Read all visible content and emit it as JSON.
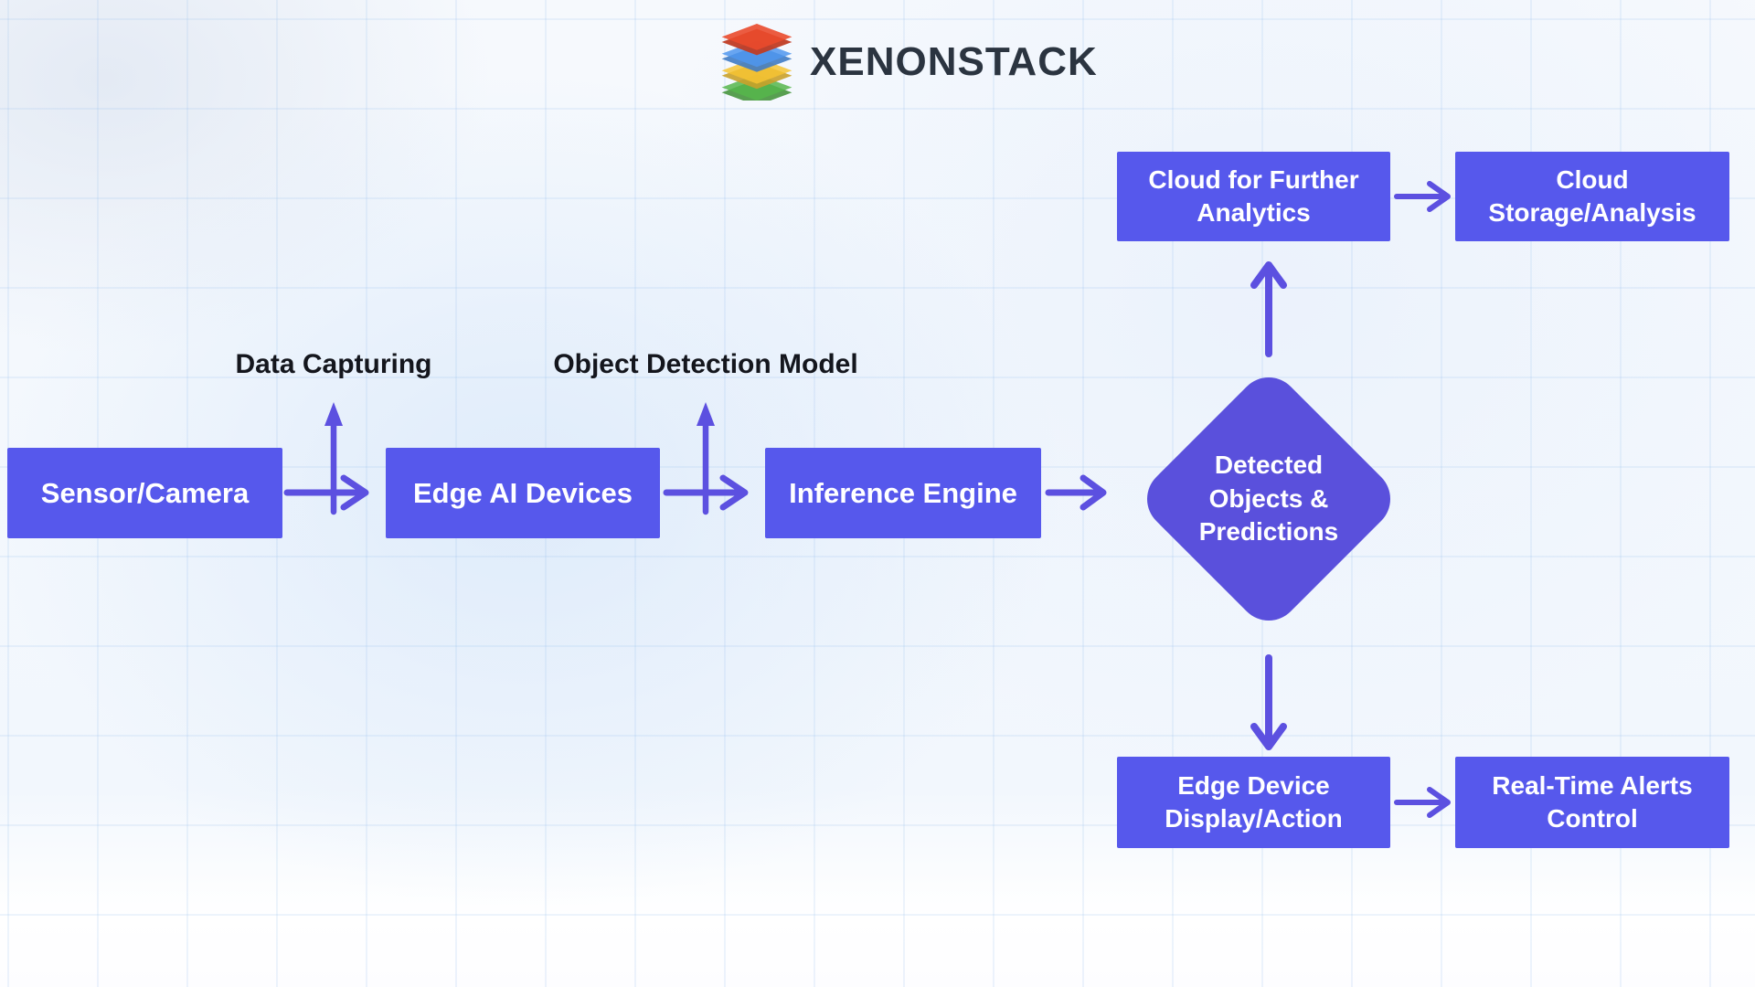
{
  "brand": {
    "name": "XENONSTACK"
  },
  "colors": {
    "node_fill": "#5658ec",
    "diamond_fill": "#5a50dc",
    "arrow": "#5c50e0",
    "node_text": "#ffffff",
    "label_text": "#14161d",
    "brand_text": "#2b3440",
    "logo_layer_red": "#ea4a2c",
    "logo_layer_blue": "#4f97ef",
    "logo_layer_yellow": "#f6c433",
    "logo_layer_green": "#56b64b"
  },
  "flow_labels": {
    "data_capturing": "Data Capturing",
    "object_detection_model": "Object Detection Model"
  },
  "nodes": {
    "sensor": {
      "text": "Sensor/Camera"
    },
    "edge_ai": {
      "text": "Edge AI Devices"
    },
    "inference": {
      "text": "Inference Engine"
    },
    "detected": {
      "lines": [
        "Detected",
        "Objects &",
        "Predictions"
      ]
    },
    "cloud_analytics": {
      "lines": [
        "Cloud for Further",
        "Analytics"
      ]
    },
    "cloud_storage": {
      "lines": [
        "Cloud",
        "Storage/Analysis"
      ]
    },
    "edge_display": {
      "lines": [
        "Edge Device",
        "Display/Action"
      ]
    },
    "alerts": {
      "lines": [
        "Real-Time Alerts",
        "Control"
      ]
    }
  }
}
